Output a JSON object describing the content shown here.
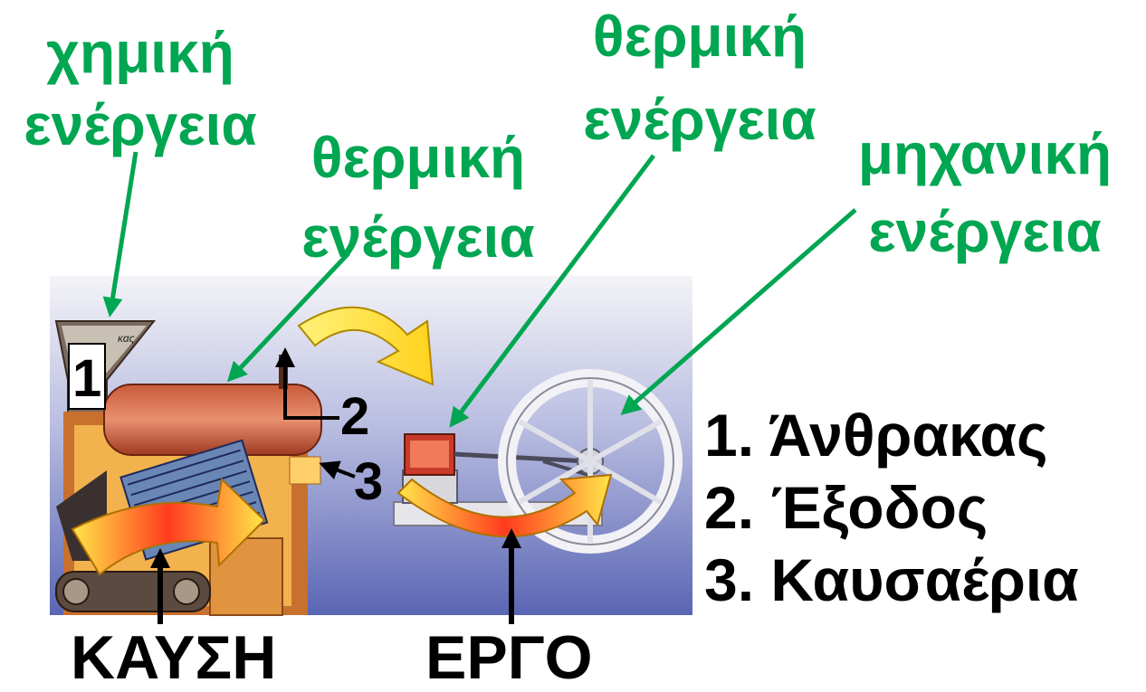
{
  "energy_labels": {
    "chemical": {
      "line1": "χημική",
      "line2": "ενέργεια"
    },
    "thermal_boiler": {
      "line1": "θερμική",
      "line2": "ενέργεια"
    },
    "thermal_engine": {
      "line1": "θερμική",
      "line2": "ενέργεια"
    },
    "mechanical": {
      "line1": "μηχανική",
      "line2": "ενέργεια"
    }
  },
  "markers": {
    "m1": "1",
    "m2": "2",
    "m3": "3"
  },
  "hopper_text": "κας",
  "bottom_labels": {
    "combustion": "ΚΑΥΣΗ",
    "work": "ΕΡΓΟ"
  },
  "legend": [
    "1. Άνθρακας",
    "2. Έξοδος",
    "3. Καυσαέρια"
  ],
  "colors": {
    "green": "#00a651",
    "black": "#000000",
    "arrow_yellow": "#ffe64a",
    "arrow_red": "#ff3c1e"
  }
}
